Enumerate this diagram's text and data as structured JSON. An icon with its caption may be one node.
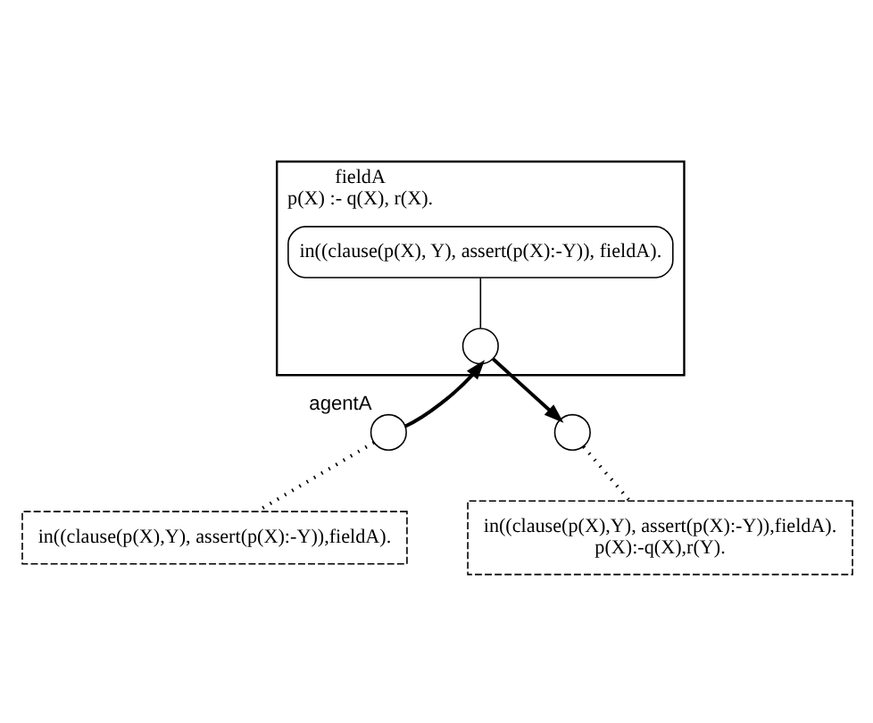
{
  "diagram": {
    "nodes": [
      {
        "text": [
          "fieldA",
          "p(X) :- q(X), r(X)."
        ]
      },
      {
        "text": [
          "in((clause(p(X), Y), assert(p(X):-Y)), fieldA)."
        ],
        "in": 0
      },
      {
        "text": [],
        "shape": "circle",
        "in": 0
      },
      {
        "text": [],
        "shape": "circle",
        "beside": [
          "agentA"
        ]
      },
      {
        "text": [],
        "shape": "circle"
      },
      {
        "text": [
          "in((clause(p(X),Y), assert(p(X):-Y)),fieldA)."
        ]
      },
      {
        "text": [
          "in((clause(p(X),Y), assert(p(X):-Y)),fieldA).",
          "p(X):-q(X),r(Y)."
        ]
      }
    ],
    "edges": [
      {
        "from": 1,
        "to": 2,
        "arrow": "none"
      },
      {
        "from": 3,
        "to": 2,
        "arrow": "to"
      },
      {
        "from": 2,
        "to": 4,
        "arrow": "to"
      },
      {
        "from": 3,
        "to": 5,
        "arrow": "none",
        "style": "dashed"
      },
      {
        "from": 4,
        "to": 6,
        "arrow": "none",
        "style": "dashed"
      }
    ]
  }
}
